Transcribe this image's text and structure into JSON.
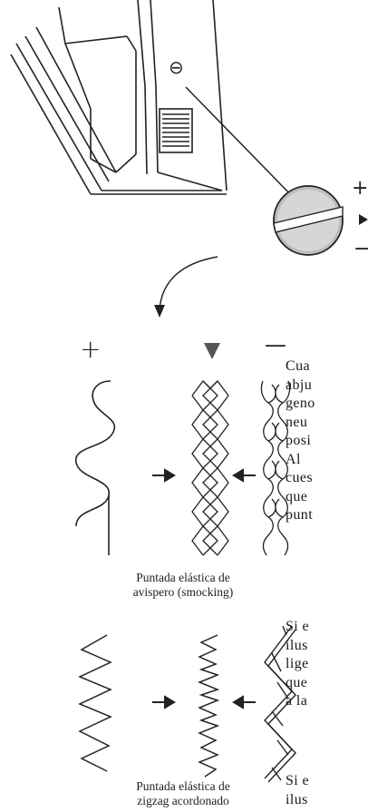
{
  "labels": {
    "minus_circle": "⊖",
    "plus_right": "+",
    "minus_right": "−",
    "plus_top": "+",
    "minus_top": "—"
  },
  "captions": {
    "smocking": [
      "Puntada elástica de",
      "avispero (smocking)"
    ],
    "zigzag": [
      "Puntada elástica de",
      "zigzag acordonado"
    ]
  },
  "paragraph_1": [
    "Cua",
    "abju",
    "geno",
    "neu",
    "posi",
    "Al",
    "cues",
    "que",
    "punt"
  ],
  "paragraph_2": [
    "Si e",
    "ilus",
    "lige",
    "que",
    "a la"
  ],
  "paragraph_3": [
    "Si e",
    "ilus"
  ]
}
